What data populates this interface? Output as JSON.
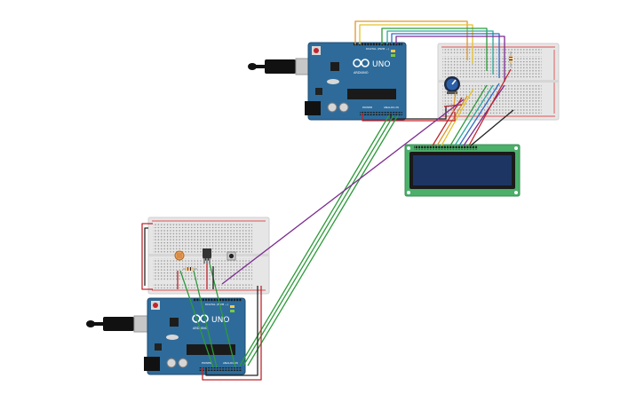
{
  "board_labels": {
    "uno": "UNO",
    "arduino": "ARDUINO",
    "digital": "DIGITAL (PWM ~)",
    "power": "POWER",
    "analog": "ANALOG IN"
  },
  "colors": {
    "background": "#ffffff",
    "board": "#2e6b9a",
    "board_dark": "#1f4d73",
    "breadboard": "#e4e4e4",
    "lcd_pcb": "#4caf6a",
    "lcd_screen": "#1d3563",
    "wire_green": "#2e9a3a",
    "wire_purple": "#7b2c8f",
    "wire_red": "#c0262d",
    "wire_black": "#222222",
    "wire_orange": "#e0962b",
    "wire_yellow": "#e3c22c",
    "wire_blue": "#2f6cc8",
    "wire_teal": "#2aa89a"
  },
  "components": {
    "arduinos": 2,
    "breadboards": 2,
    "lcd": "16x2",
    "potentiometer": 1,
    "photoresistor": 1,
    "temperature_sensor": 1,
    "pushbutton": 1
  }
}
